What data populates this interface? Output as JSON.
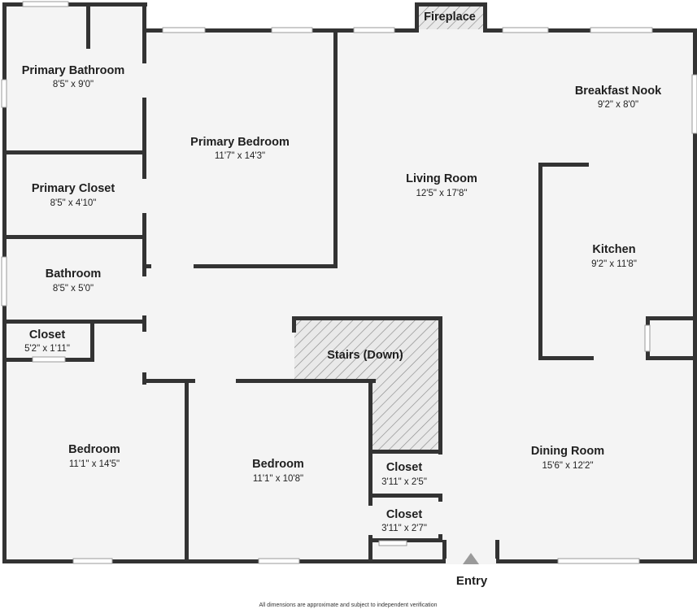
{
  "rooms": {
    "primary_bathroom": {
      "name": "Primary Bathroom",
      "dims": "8'5\" x 9'0\""
    },
    "primary_closet": {
      "name": "Primary Closet",
      "dims": "8'5\" x 4'10\""
    },
    "bathroom": {
      "name": "Bathroom",
      "dims": "8'5\" x 5'0\""
    },
    "closet_small": {
      "name": "Closet",
      "dims": "5'2\" x 1'11\""
    },
    "bedroom_left": {
      "name": "Bedroom",
      "dims": "11'1\" x 14'5\""
    },
    "primary_bedroom": {
      "name": "Primary Bedroom",
      "dims": "11'7\" x 14'3\""
    },
    "bedroom_middle": {
      "name": "Bedroom",
      "dims": "11'1\" x 10'8\""
    },
    "living_room": {
      "name": "Living Room",
      "dims": "12'5\" x 17'8\""
    },
    "breakfast_nook": {
      "name": "Breakfast Nook",
      "dims": "9'2\" x 8'0\""
    },
    "kitchen": {
      "name": "Kitchen",
      "dims": "9'2\" x 11'8\""
    },
    "dining_room": {
      "name": "Dining Room",
      "dims": "15'6\" x 12'2\""
    },
    "closet_upper": {
      "name": "Closet",
      "dims": "3'11\" x 2'5\""
    },
    "closet_lower": {
      "name": "Closet",
      "dims": "3'11\" x 2'7\""
    }
  },
  "fireplace": {
    "label": "Fireplace"
  },
  "stairs": {
    "label": "Stairs (Down)"
  },
  "entry": {
    "label": "Entry"
  },
  "footer": {
    "note": "All dimensions are approximate and subject to independent verification"
  },
  "colors": {
    "wall": "#333333",
    "floor": "#f4f4f4",
    "background": "#ffffff",
    "hatch": "#8a8a8a"
  }
}
